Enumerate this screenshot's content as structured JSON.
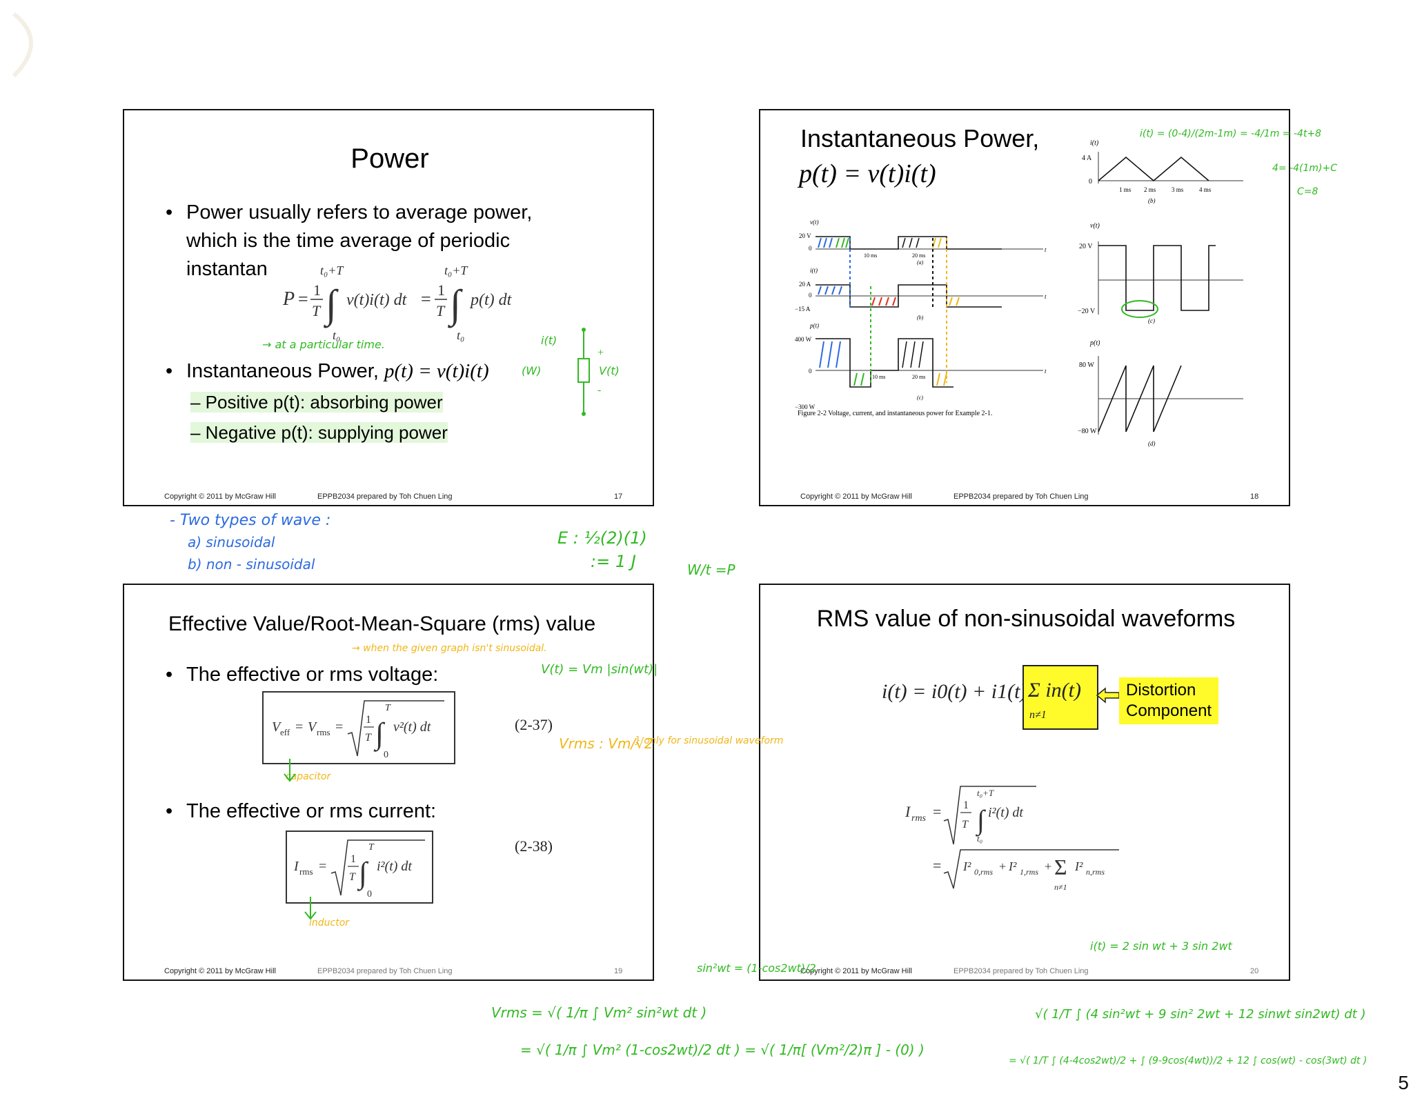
{
  "page_number": "5",
  "slides": [
    {
      "title": "Power",
      "bullet1_line1": "Power usually refers to average power,",
      "bullet1_line2": "which is the time average of periodic",
      "bullet1_line3": "instantan",
      "avg_formula": "P = (1/T) ∫ v(t)i(t) dt = (1/T) ∫ p(t) dt",
      "bullet2_text": "Instantaneous Power,",
      "bullet2_formula": "p(t) = v(t)i(t)",
      "sub1": "– Positive p(t): absorbing power",
      "sub2": "– Negative p(t): supplying power",
      "copyright": "Copyright © 2011 by McGraw Hill",
      "prepared": "EPPB2034 prepared by Toh Chuen Ling",
      "number": "17"
    },
    {
      "title": "Instantaneous Power,",
      "formula": "p(t) = v(t)i(t)",
      "figure_caption": "Figure 2-2  Voltage, current, and instantaneous power for Example 2-1.",
      "copyright": "Copyright © 2011 by McGraw Hill",
      "prepared": "EPPB2034 prepared by Toh Chuen Ling",
      "number": "18"
    },
    {
      "title": "Effective Value/Root-Mean-Square (rms) value",
      "bullet1": "The effective or rms voltage:",
      "vrms_formula": "Veff = Vrms = √( (1/T) ∫ v²(t) dt )",
      "eq1": "(2-37)",
      "bullet2": "The effective or rms current:",
      "irms_formula": "Irms = √( (1/T) ∫ i²(t) dt )",
      "eq2": "(2-38)",
      "copyright": "Copyright © 2011 by McGraw Hill",
      "prepared": "EPPB2034 prepared by Toh Chuen Ling",
      "number": "19"
    },
    {
      "title": "RMS value of non-sinusoidal waveforms",
      "current_eq": "i(t) = i0(t) + i1(t) +",
      "sum_term": "Σ in(t)",
      "sum_sub": "n≠1",
      "distortion_line1": "Distortion",
      "distortion_line2": "Component",
      "irms_eq1": "Irms = √( (1/T) ∫ i²(t) dt )",
      "irms_eq2": "= √( I0,rms² + I1,rms² + Σ In,rms² )",
      "copyright": "Copyright © 2011 by McGraw Hill",
      "prepared": "EPPB2034 prepared by Toh Chuen Ling",
      "number": "20"
    }
  ],
  "annotations": {
    "blue_notes": [
      "- Two types of wave :",
      "a)  sinusoidal",
      "b)  non - sinusoidal"
    ],
    "green_energy": [
      "E :  ½(2)(1)",
      ":= 1 J"
    ],
    "green_wt": "W/t =P",
    "green_at": "→ at a particular time.",
    "green_it": "i(t)",
    "green_vt": "V(t)",
    "green_w": "(W)",
    "green_slope": "i(t) = (0-4)/(2m-1m) = -4/1m = -4t+8",
    "green_4": "4= -4(1m)+C",
    "green_c": "C=8",
    "yellow_when": "→ when the given graph isn't sinusoidal.",
    "green_vt_sin": "V(t) = Vm |sin(wt)|",
    "yellow_vrms": "Vrms :  Vm/√2",
    "yellow_only": "} only for sinusoidal waveform",
    "yellow_capacitor": "capacitor",
    "yellow_inductor": "inductor",
    "green_sin2": "sin²wt =  (1-cos2wt)/2",
    "green_it2": "i(t) = 2 sin wt + 3 sin 2wt",
    "green_vrms1": "Vrms = √( 1/π ∫ Vm² sin²wt dt )",
    "green_vrms2": "= √( 1/π ∫ Vm² (1-cos2wt)/2 dt ) = √( 1/π[ (Vm²/2)π ] - (0) )",
    "green_irms1": "√( 1/T ∫ (4 sin²wt + 9 sin² 2wt + 12 sinwt sin2wt) dt )",
    "green_irms2": "= √( 1/T ∫ (4-4cos2wt)/2 + ∫ (9-9cos(4wt))/2 + 12 ∫ cos(wt) - cos(3wt) dt )"
  }
}
